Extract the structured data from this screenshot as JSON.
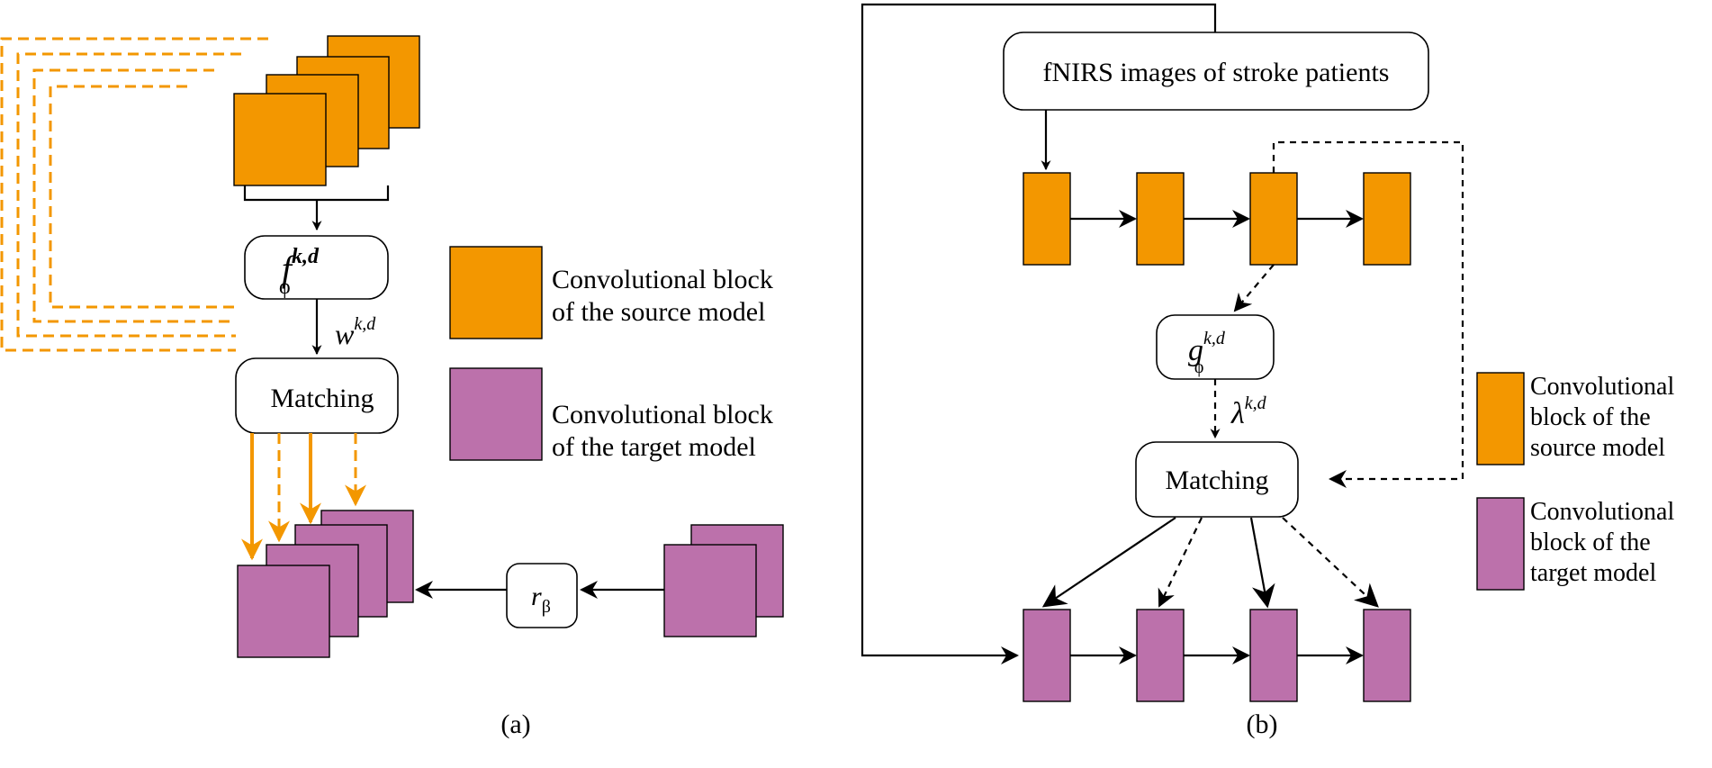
{
  "colors": {
    "source": "#F39700",
    "target": "#BC71AB",
    "line": "#000000"
  },
  "panel_a": {
    "caption": "(a)",
    "f_label": "f",
    "f_sup": "k,d",
    "f_sub": "ϕ",
    "w_label": "w",
    "w_sup": "k,d",
    "matching": "Matching",
    "r_label": "r",
    "r_sub": "β",
    "legend_source_line1": "Convolutional block",
    "legend_source_line2": "of the source model",
    "legend_target_line1": "Convolutional block",
    "legend_target_line2": "of the target model"
  },
  "panel_b": {
    "caption": "(b)",
    "input": "fNIRS images of stroke patients",
    "g_label": "g",
    "g_sup": "k,d",
    "g_sub": "ϕ",
    "lambda_label": "λ",
    "lambda_sup": "k,d",
    "matching": "Matching",
    "legend_source_line1": "Convolutional",
    "legend_source_line2": "block of the",
    "legend_source_line3": "source model",
    "legend_target_line1": "Convolutional",
    "legend_target_line2": "block of the",
    "legend_target_line3": "target model"
  }
}
